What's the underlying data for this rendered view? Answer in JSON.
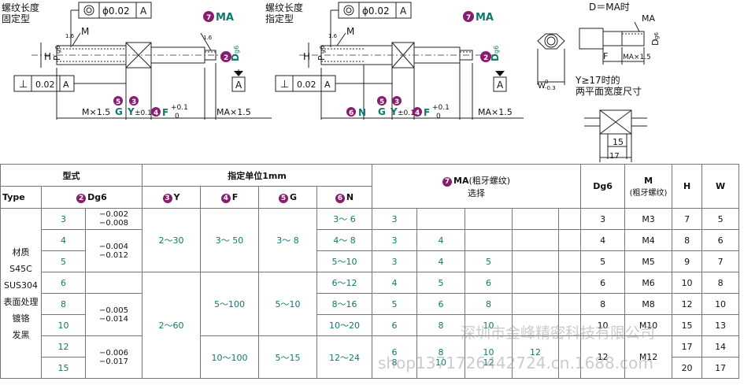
{
  "drawings": {
    "fixed": {
      "title1": "螺纹长度",
      "title2": "固定型",
      "flatness": "ϕ0.02",
      "datum": "A",
      "ma_label": "MA",
      "m_label": "M",
      "h_label": "H",
      "p_label": "P",
      "p_sub": "g6",
      "d_label": "D",
      "d_sub": "g6",
      "perp": "⊥",
      "perp_val": "0.02",
      "perp_datum": "A",
      "dim_m": "M×1.5",
      "g_label": "G",
      "y_label": "Y",
      "y_tol": "±0.1",
      "f_label": "F",
      "f_tol_up": "+0.1",
      "f_tol_low": "0",
      "dim_ma": "MA×1.5",
      "rough": "1.6"
    },
    "specified": {
      "title1": "螺纹长度",
      "title2": "指定型",
      "flatness": "ϕ0.02",
      "datum": "A",
      "ma_label": "MA",
      "m_label": "M",
      "h_label": "H",
      "p_label": "P",
      "p_sub": "g6",
      "d_label": "D",
      "d_sub": "g6",
      "perp": "⊥",
      "perp_val": "0.02",
      "perp_datum": "A",
      "dim_m": "M×1.5",
      "n_label": "N",
      "g_label": "G",
      "y_label": "Y",
      "y_tol": "±0.1",
      "f_label": "F",
      "f_tol_up": "+0.1",
      "f_tol_low": "0",
      "dim_ma": "MA×1.5",
      "rough": "1.6"
    },
    "d_ma": {
      "title": "D＝MA时",
      "ma_label": "MA",
      "d_label": "D",
      "d_sub": "g6",
      "f_label": "F",
      "dim": "MA×1.5",
      "w_label": "W",
      "w_tol": "-0.3",
      "w_tol2": "0"
    },
    "flats": {
      "title1": "Y≥17时的",
      "title2": "两平面宽度尺寸",
      "dim15": "15",
      "dim17": "17"
    },
    "badges": {
      "b2": "2",
      "b3": "3",
      "b4": "4",
      "b5": "5",
      "b6": "6",
      "b7": "7"
    }
  },
  "table": {
    "header": {
      "model": "型式",
      "unit": "指定单位1mm",
      "ma": "MA",
      "ma_note": "(粗牙螺纹)",
      "ma_select": "选择",
      "dg6": "Dg6",
      "m": "M",
      "m_note": "(粗牙螺纹)",
      "h": "H",
      "w": "W",
      "type": "Type",
      "d_col": "Dg6",
      "y": "Y",
      "f": "F",
      "g": "G",
      "n": "N"
    },
    "material": [
      "材质",
      "S45C",
      "SUS304",
      "表面处理",
      "镀铬",
      "发黑"
    ],
    "rows": [
      {
        "d": "3",
        "n": "3～ 6",
        "ma": [
          "3"
        ],
        "ma2": [],
        "dg": "3",
        "m": "M3",
        "h": "7",
        "w": "5"
      },
      {
        "d": "4",
        "n": "4～ 8",
        "ma": [
          "3",
          "4"
        ],
        "ma2": [],
        "dg": "4",
        "m": "M4",
        "h": "8",
        "w": "6"
      },
      {
        "d": "5",
        "n": "5～10",
        "ma": [
          "3",
          "4",
          "5"
        ],
        "ma2": [],
        "dg": "5",
        "m": "M5",
        "h": "9",
        "w": "7"
      },
      {
        "d": "6",
        "n": "6～12",
        "ma": [
          "4",
          "5",
          "6"
        ],
        "ma2": [],
        "dg": "6",
        "m": "M6",
        "h": "10",
        "w": "8"
      },
      {
        "d": "8",
        "n": "8～16",
        "ma": [
          "5",
          "6",
          "8"
        ],
        "ma2": [],
        "dg": "8",
        "m": "M8",
        "h": "12",
        "w": "10"
      },
      {
        "d": "10",
        "n": "10～20",
        "ma": [
          "6",
          "8",
          "10"
        ],
        "ma2": [],
        "dg": "10",
        "m": "M10",
        "h": "15",
        "w": "13"
      },
      {
        "d": "12",
        "n": "12～24",
        "ma": [
          "6",
          "8",
          "10",
          "12"
        ],
        "ma2": [
          "8",
          "10",
          "12"
        ],
        "dg": "12",
        "m": "M12",
        "h": "17",
        "w": "14"
      },
      {
        "d": "15",
        "n": "",
        "ma": [],
        "ma2": [],
        "dg": "",
        "m": "",
        "h": "20",
        "w": "17"
      }
    ],
    "tolerances": [
      {
        "up": "−0.002",
        "low": "−0.008"
      },
      {
        "up": "−0.004",
        "low": "−0.012"
      },
      {
        "up": "−0.005",
        "low": "−0.014"
      },
      {
        "up": "−0.006",
        "low": "−0.017"
      }
    ],
    "y_groups": [
      "2～30",
      "2～60"
    ],
    "f_groups": [
      "3～ 50",
      "5～100",
      "10～100"
    ],
    "g_groups": [
      "3～ 8",
      "5～10",
      "5～15"
    ]
  },
  "watermarks": {
    "line1": "深圳市金峰精密科技有限公司",
    "line2": "shop1371726442724.cn.1688.com"
  }
}
